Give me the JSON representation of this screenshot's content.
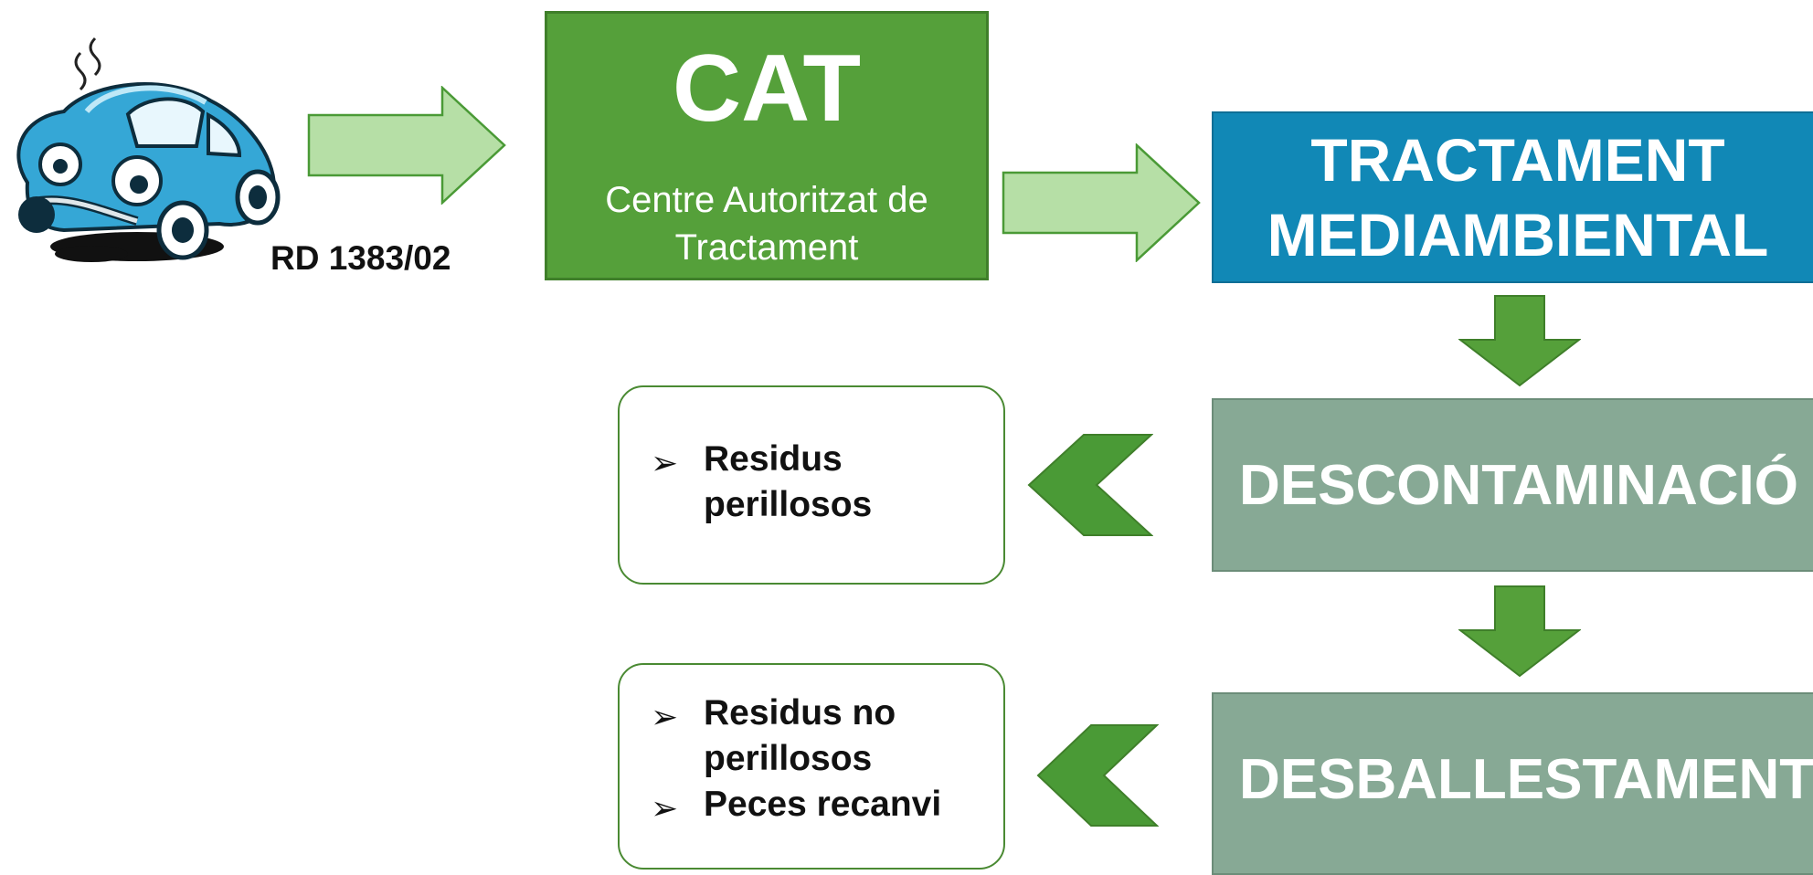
{
  "left": {
    "car_icon": "broken-car-illustration",
    "regulation": "RD 1383/02"
  },
  "cat": {
    "title": "CAT",
    "subtitle_line1": "Centre Autoritzat de",
    "subtitle_line2": "Tractament"
  },
  "treatment": {
    "line1": "TRACTAMENT",
    "line2": "MEDIAMBIENTAL"
  },
  "stages": [
    {
      "label": "DESCONTAMINACIÓ"
    },
    {
      "label": "DESBALLESTAMENT"
    }
  ],
  "results": [
    {
      "items": [
        "Residus perillosos"
      ]
    },
    {
      "items": [
        "Residus no perillosos",
        "Peces recanvi"
      ]
    }
  ],
  "bullet_symbol": "➢",
  "colors": {
    "cat_green": "#55a03a",
    "light_arrow": "#b6dfa6",
    "treatment_blue": "#1188b6",
    "stage_grey_green": "#87a995",
    "dark_green": "#4a9a36"
  }
}
